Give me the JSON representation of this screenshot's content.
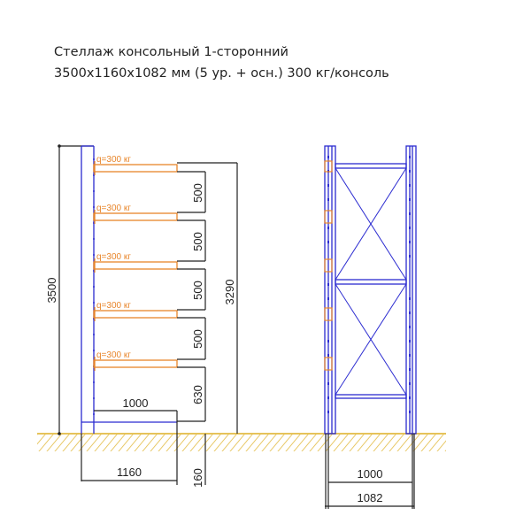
{
  "title": {
    "line1": "Стеллаж консольный 1-сторонний",
    "line2": "3500x1160x1082 мм (5 ур. + осн.) 300 кг/консоль"
  },
  "colors": {
    "frame_blue": "#2b2bd0",
    "arm_orange": "#e8852a",
    "dimension_black": "#222222",
    "ground_yellow": "#e6c35a"
  },
  "side_view": {
    "overall_height_label": "3500",
    "arm_top_height_label": "3290",
    "arm_load_labels": [
      "q=300  кг",
      "q=300  кг",
      "q=300  кг",
      "q=300  кг",
      "q=300  кг"
    ],
    "level_spacing_labels": [
      "500",
      "500",
      "500",
      "500",
      "630"
    ],
    "arm_length_label": "1000",
    "base_length_label": "1160",
    "base_height_label": "160"
  },
  "front_view": {
    "inner_width_label": "1000",
    "outer_width_label": "1082"
  }
}
